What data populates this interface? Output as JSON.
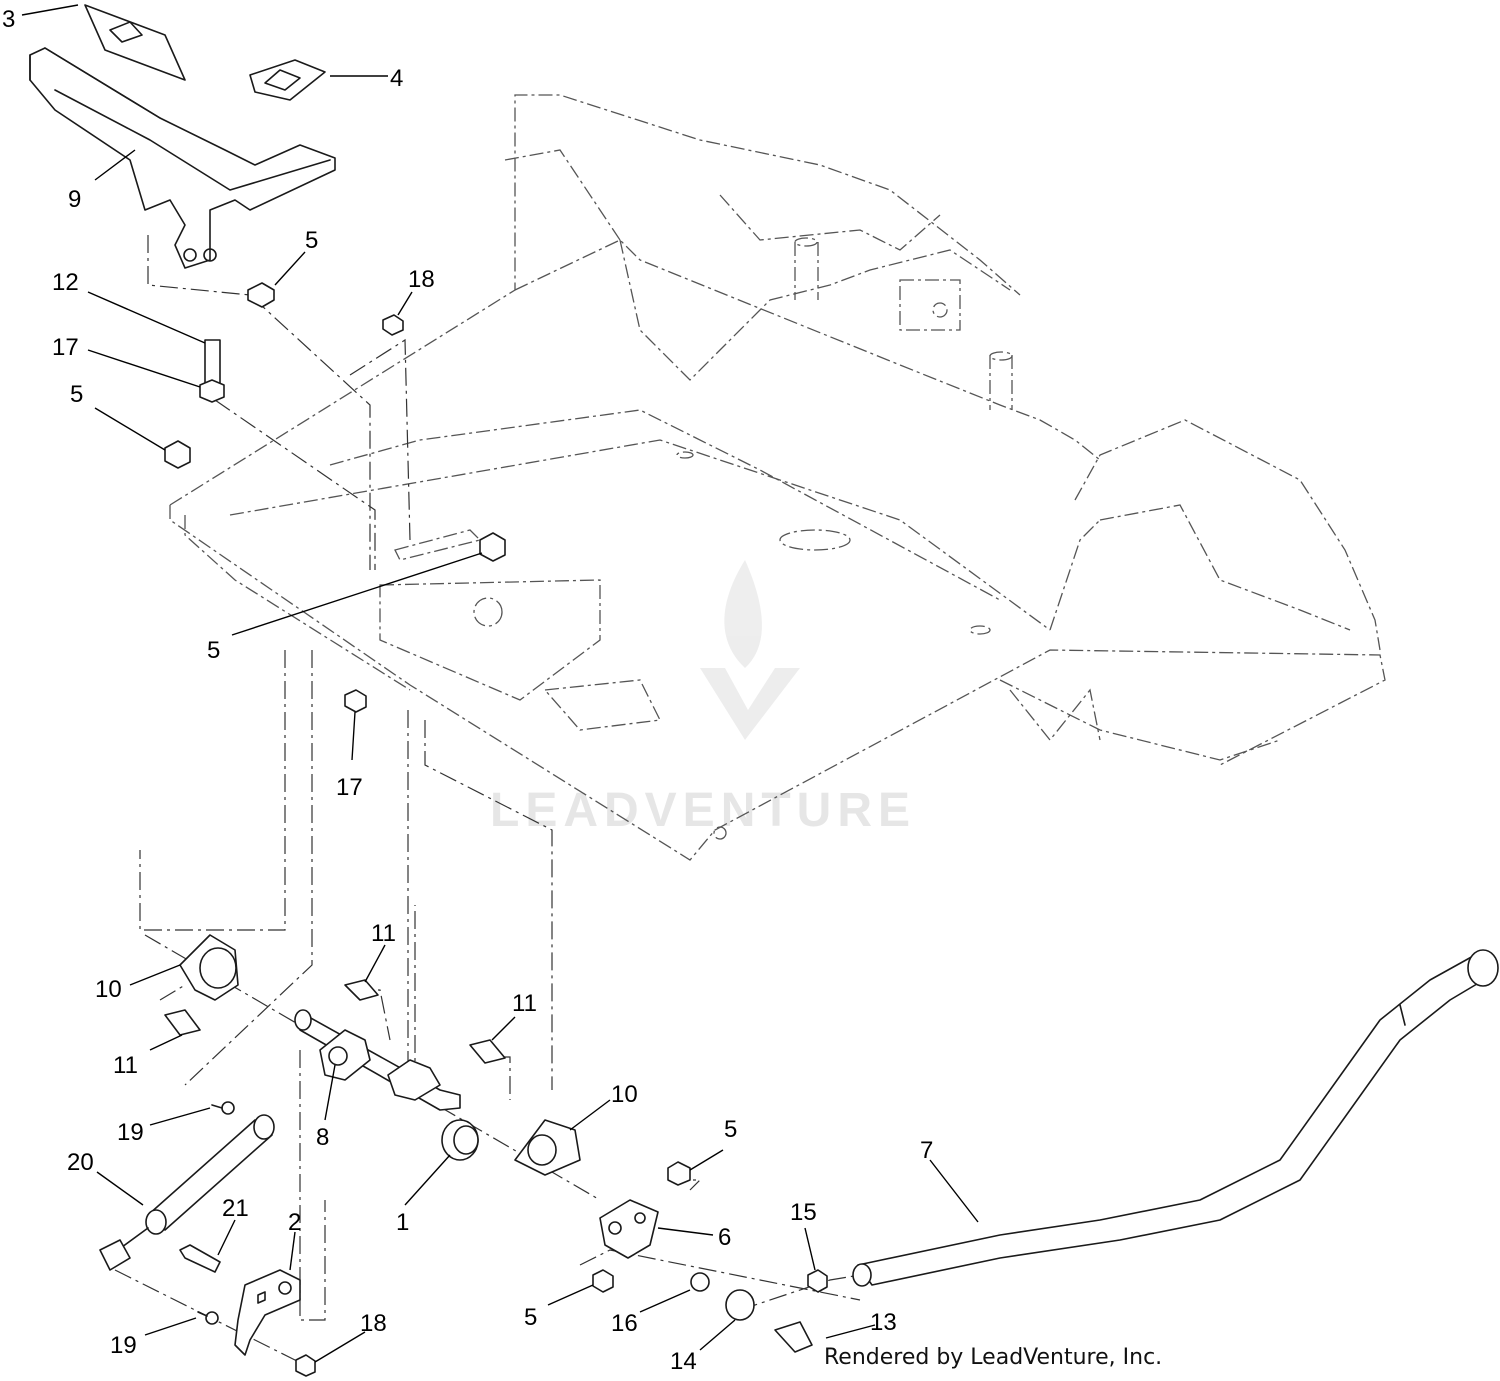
{
  "callouts": {
    "c3": "3",
    "c4": "4",
    "c9": "9",
    "c5a": "5",
    "c18a": "18",
    "c12": "12",
    "c17a": "17",
    "c5b": "5",
    "c5c": "5",
    "c17b": "17",
    "c11a": "11",
    "c10a": "10",
    "c11b": "11",
    "c11c": "11",
    "c19a": "19",
    "c8": "8",
    "c10b": "10",
    "c20": "20",
    "c1": "1",
    "c5d": "5",
    "c7": "7",
    "c21": "21",
    "c2": "2",
    "c6": "6",
    "c15": "15",
    "c5e": "5",
    "c16": "16",
    "c19b": "19",
    "c18b": "18",
    "c13": "13",
    "c14": "14"
  },
  "watermark": {
    "brand": "LEADVENTURE"
  },
  "credit": "Rendered by LeadVenture, Inc."
}
